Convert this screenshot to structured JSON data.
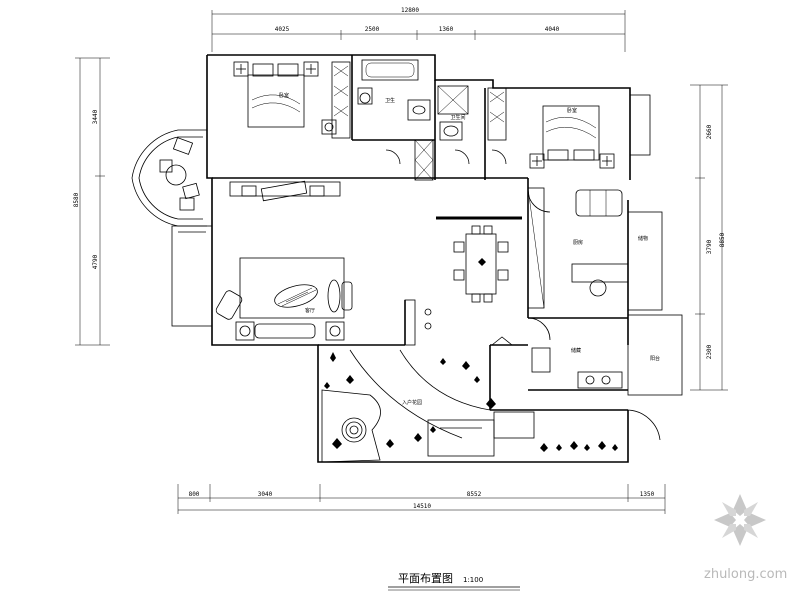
{
  "drawing": {
    "title": "平面布置图",
    "scale": "1:100"
  },
  "dimensions": {
    "top_total": "12800",
    "top_segments": [
      "4025",
      "2500",
      "1360",
      "4040"
    ],
    "bottom_total": "14510",
    "bottom_segments": [
      "800",
      "3040",
      "8552",
      "1350"
    ],
    "left_total": "8580",
    "left_segments": [
      "3440",
      "4790"
    ],
    "right_total": "8850",
    "right_segments": [
      "2660",
      "3790",
      "2300"
    ]
  },
  "rooms": {
    "master_bedroom": "卧室",
    "bathroom_1": "卫生",
    "bathroom_2": "卫生间",
    "bedroom_2": "卧室",
    "living_room": "客厅",
    "kitchen": "厨房",
    "utility": "储藏",
    "balcony": "阳台",
    "storage": "储物",
    "garden": "入户花园"
  },
  "watermark": {
    "text": "zhulong.com"
  }
}
